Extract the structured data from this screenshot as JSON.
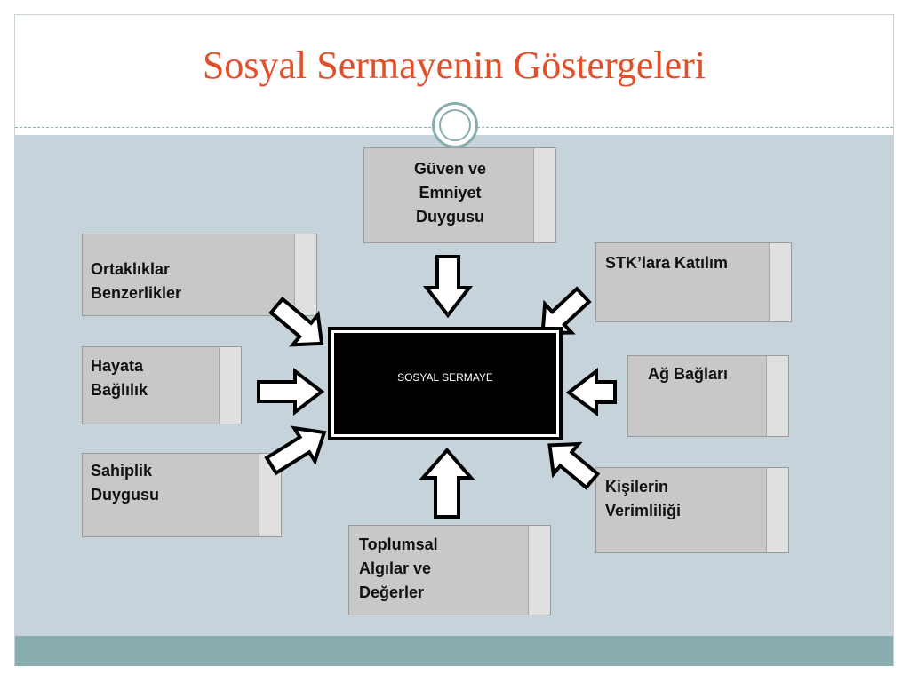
{
  "slide": {
    "title": "Sosyal Sermayenin Göstergeleri"
  },
  "diagram": {
    "center_label": "SOSYAL SERMAYE",
    "boxes": [
      {
        "id": "guven",
        "label": "Güven ve\nEmniyet\nDuygusu"
      },
      {
        "id": "ortaklik",
        "label": "Ortaklıklar\nBenzerlikler"
      },
      {
        "id": "stk",
        "label": "STK’lara Katılım"
      },
      {
        "id": "hayata",
        "label": "Hayata\nBağlılık"
      },
      {
        "id": "ag",
        "label": "Ağ Bağları"
      },
      {
        "id": "sahiplik",
        "label": "Sahiplik\nDuygusu"
      },
      {
        "id": "kisiler",
        "label": "Kişilerin\nVerimliliği"
      },
      {
        "id": "toplumsal",
        "label": "Toplumsal\nAlgılar ve\nDeğerler"
      }
    ]
  },
  "colors": {
    "title": "#e2502a",
    "panel": "#c6d3da",
    "footer": "#89aeb0",
    "box": "#c8c8c8",
    "center": "#000000"
  }
}
